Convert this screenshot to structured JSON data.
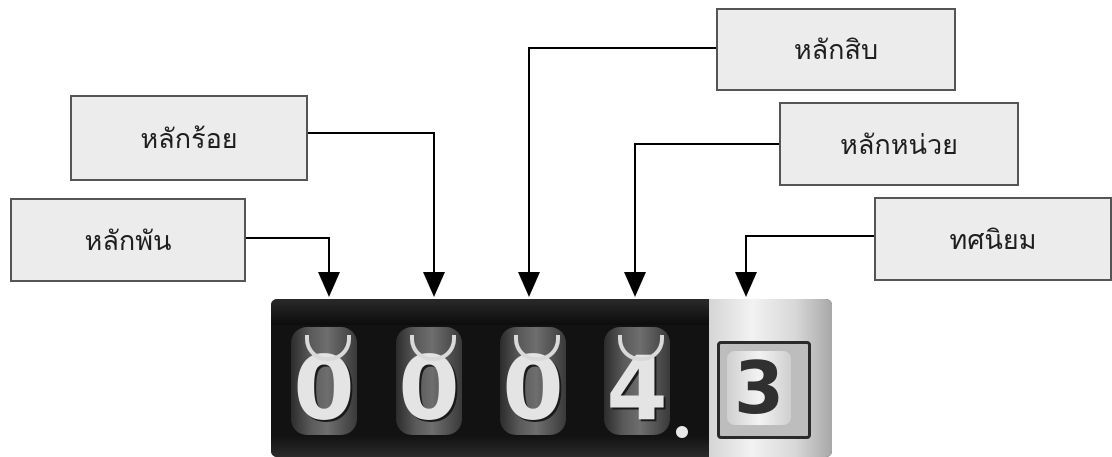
{
  "labels": {
    "thousands": "หลักพัน",
    "hundreds": "หลักร้อย",
    "tens": "หลักสิบ",
    "units": "หลักหน่วย",
    "decimal": "ทศนิยม"
  },
  "meter": {
    "digits": [
      "0",
      "0",
      "0",
      "4"
    ],
    "decimal_digit": "3"
  },
  "colors": {
    "box_fill": "#ececec",
    "box_border": "#555555",
    "arrow": "#000000",
    "meter_body": "#121212"
  }
}
